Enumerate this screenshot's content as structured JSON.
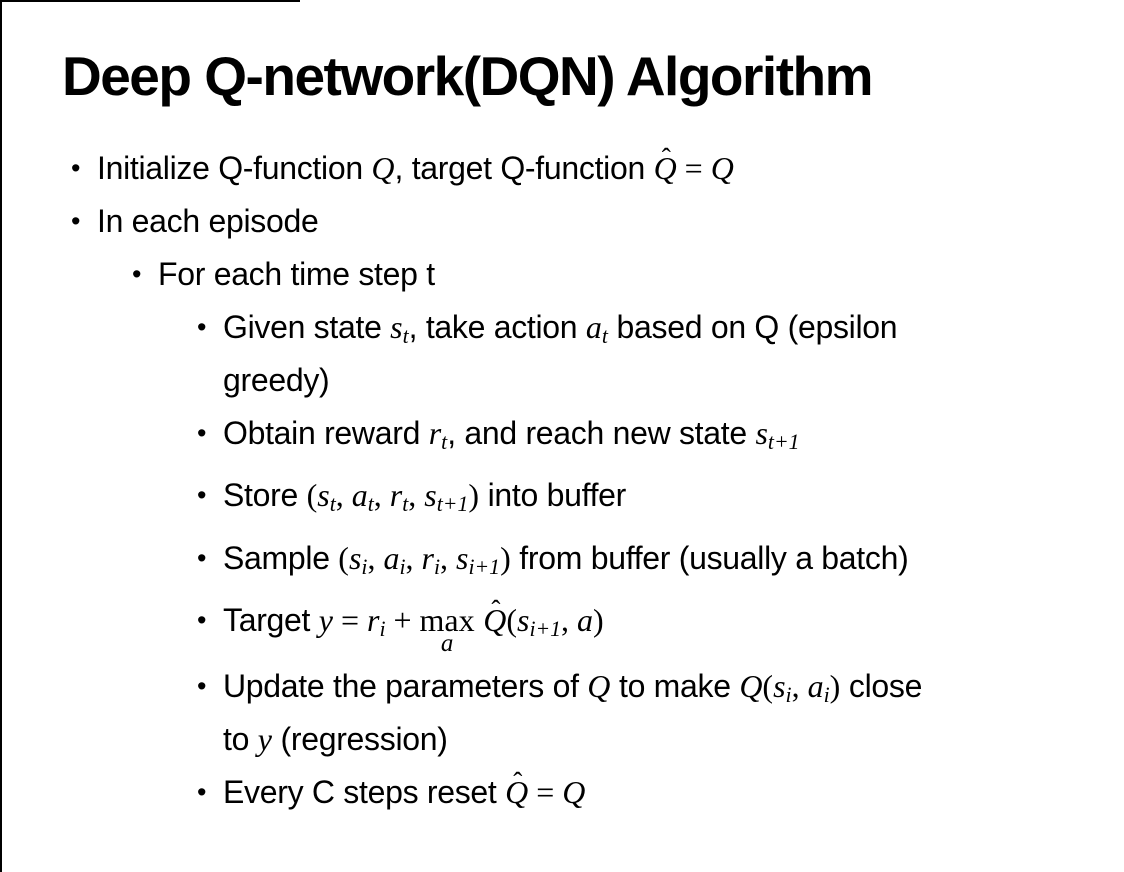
{
  "slide": {
    "title": "Deep Q-network(DQN) Algorithm",
    "bullet_char": "•",
    "hat_char": "ˆ",
    "text_color": "#000000",
    "background": "#ffffff",
    "border_color": "#000000",
    "bullets": [
      {
        "level": 1,
        "lines": [
          [
            {
              "t": "Initialize Q-function "
            },
            {
              "m": "Q"
            },
            {
              "t": ", target Q-function "
            },
            {
              "m": "Q",
              "hat": true
            },
            {
              "mu": " = "
            },
            {
              "m": "Q"
            }
          ]
        ]
      },
      {
        "level": 1,
        "lines": [
          [
            {
              "t": "In each episode"
            }
          ]
        ]
      },
      {
        "level": 2,
        "lines": [
          [
            {
              "t": "For each time step t"
            }
          ]
        ]
      },
      {
        "level": 3,
        "lines": [
          [
            {
              "t": "Given state "
            },
            {
              "m": "s",
              "sub": "t"
            },
            {
              "t": ", take action "
            },
            {
              "m": "a",
              "sub": "t"
            },
            {
              "t": " based on Q (epsilon"
            }
          ],
          [
            {
              "t": "greedy)"
            }
          ]
        ]
      },
      {
        "level": 3,
        "lines": [
          [
            {
              "t": "Obtain reward "
            },
            {
              "m": "r",
              "sub": "t"
            },
            {
              "t": ", and reach new state "
            },
            {
              "m": "s",
              "sub": "t+1"
            }
          ]
        ]
      },
      {
        "level": 3,
        "lines": [
          [
            {
              "t": "Store "
            },
            {
              "mu": "("
            },
            {
              "m": "s",
              "sub": "t"
            },
            {
              "mu": ", "
            },
            {
              "m": "a",
              "sub": "t"
            },
            {
              "mu": ", "
            },
            {
              "m": "r",
              "sub": "t"
            },
            {
              "mu": ", "
            },
            {
              "m": "s",
              "sub": "t+1"
            },
            {
              "mu": ")"
            },
            {
              "t": " into buffer"
            }
          ]
        ]
      },
      {
        "level": 3,
        "lines": [
          [
            {
              "t": "Sample "
            },
            {
              "mu": "("
            },
            {
              "m": "s",
              "sub": "i"
            },
            {
              "mu": ", "
            },
            {
              "m": "a",
              "sub": "i"
            },
            {
              "mu": ", "
            },
            {
              "m": "r",
              "sub": "i"
            },
            {
              "mu": ", "
            },
            {
              "m": "s",
              "sub": "i+1"
            },
            {
              "mu": ")"
            },
            {
              "t": " from buffer (usually a batch)"
            }
          ]
        ]
      },
      {
        "level": 3,
        "lines": [
          [
            {
              "t": "Target "
            },
            {
              "m": "y"
            },
            {
              "mu": " = "
            },
            {
              "m": "r",
              "sub": "i"
            },
            {
              "mu": " + "
            },
            {
              "mx": "max",
              "under": "a"
            },
            {
              "t": " "
            },
            {
              "m": "Q",
              "hat": true
            },
            {
              "mu": "("
            },
            {
              "m": "s",
              "sub": "i+1"
            },
            {
              "mu": ", "
            },
            {
              "m": "a"
            },
            {
              "mu": ")"
            }
          ]
        ]
      },
      {
        "level": 3,
        "lines": [
          [
            {
              "t": "Update the parameters of "
            },
            {
              "m": "Q"
            },
            {
              "t": " to make "
            },
            {
              "m": "Q"
            },
            {
              "mu": "("
            },
            {
              "m": "s",
              "sub": "i"
            },
            {
              "mu": ", "
            },
            {
              "m": "a",
              "sub": "i"
            },
            {
              "mu": ")"
            },
            {
              "t": " close"
            }
          ],
          [
            {
              "t": "to "
            },
            {
              "m": "y"
            },
            {
              "t": " (regression)"
            }
          ]
        ]
      },
      {
        "level": 3,
        "lines": [
          [
            {
              "t": "Every C steps reset "
            },
            {
              "m": "Q",
              "hat": true
            },
            {
              "mu": " = "
            },
            {
              "m": "Q"
            }
          ]
        ]
      }
    ]
  }
}
